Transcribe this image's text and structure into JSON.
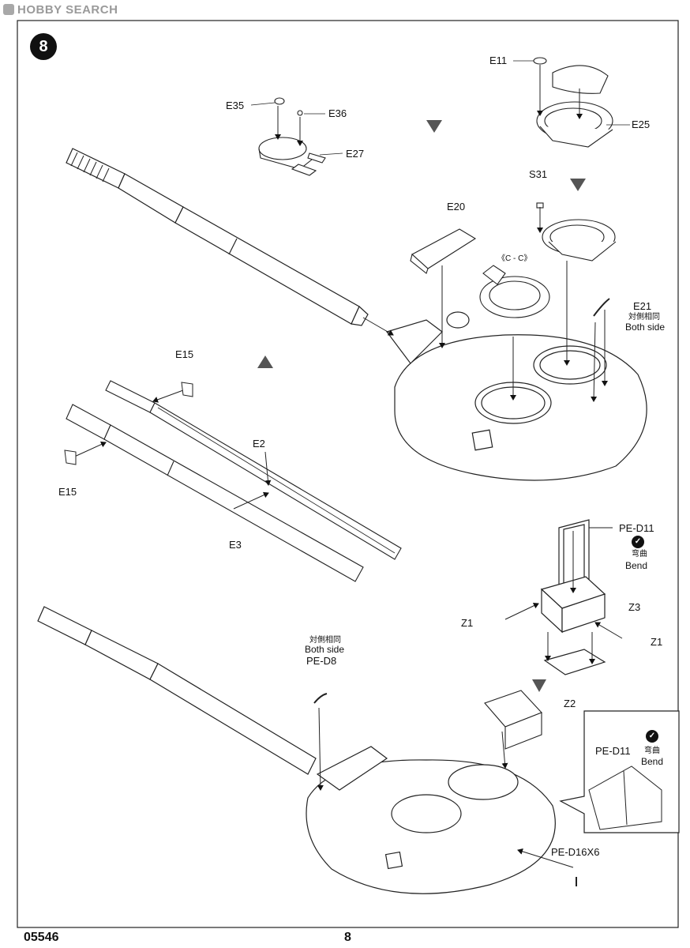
{
  "watermark": {
    "text": "HOBBY SEARCH"
  },
  "step": {
    "number": "8"
  },
  "parts": {
    "e11": "E11",
    "e25": "E25",
    "e35": "E35",
    "e36": "E36",
    "e27": "E27",
    "s31": "S31",
    "e20": "E20",
    "cc": "《C - C》",
    "e21": "E21",
    "e15_top": "E15",
    "e15_bottom": "E15",
    "e2": "E2",
    "e3": "E3",
    "pe_d11": "PE-D11",
    "z3": "Z3",
    "z1_left": "Z1",
    "z1_right": "Z1",
    "z2": "Z2",
    "pe_d8": "PE-D8",
    "pe_d11_detail": "PE-D11",
    "pe_d16": "PE-D16X6"
  },
  "notes": {
    "both_side_cn_1": "対側相同",
    "both_side_en_1": "Both side",
    "bend_cn_1": "弯曲",
    "bend_en_1": "Bend",
    "both_side_cn_2": "対側相同",
    "both_side_en_2": "Both side",
    "bend_cn_2": "弯曲",
    "bend_en_2": "Bend"
  },
  "footer": {
    "code": "05546",
    "page": "8"
  },
  "icons": {
    "bend": "bend-check-icon",
    "arrow_down": "triangle-arrow-down-icon",
    "arrow_up": "triangle-arrow-up-icon"
  }
}
